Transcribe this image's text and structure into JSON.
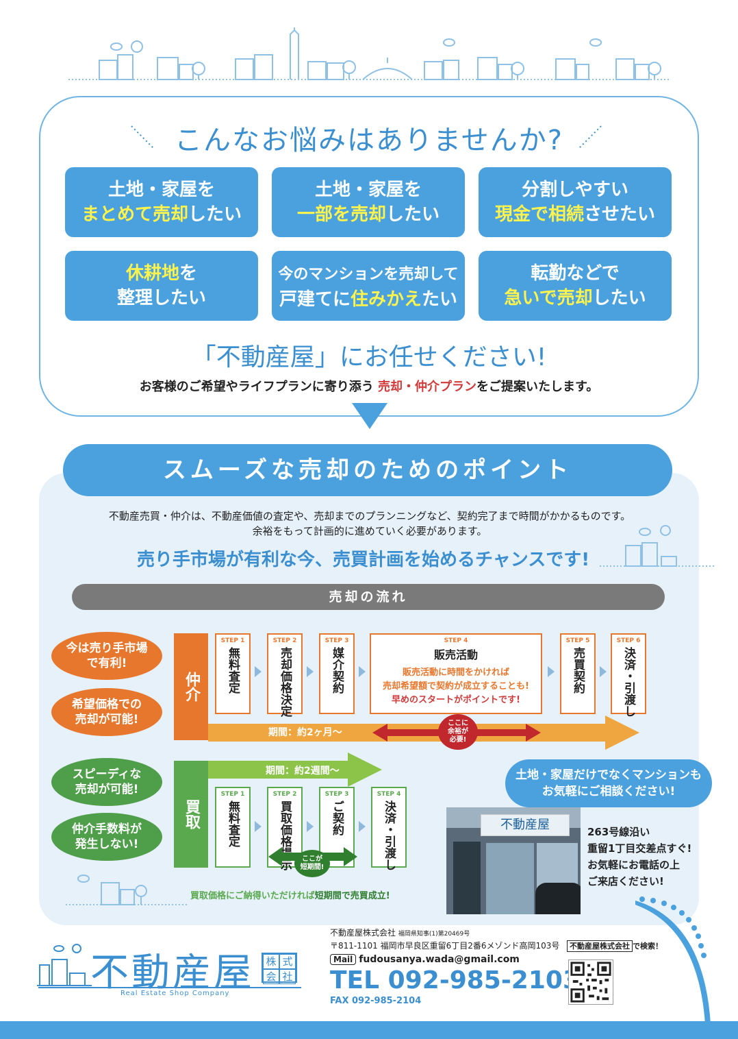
{
  "concerns": {
    "title": "こんなお悩みはありませんか?",
    "cards": [
      {
        "l1": "土地・家屋を",
        "l2_hl": "まとめて売却",
        "l2_rest": "したい"
      },
      {
        "l1": "土地・家屋を",
        "l2_hl": "一部を売却",
        "l2_rest": "したい"
      },
      {
        "l1": "分割しやすい",
        "l2_hl": "現金で相続",
        "l2_rest": "させたい"
      },
      {
        "l1_hl": "休耕地",
        "l1_rest": "を",
        "l2": "整理したい"
      },
      {
        "l1": "今のマンションを売却して",
        "l2_pre": "戸建てに",
        "l2_hl": "住みかえ",
        "l2_rest": "たい"
      },
      {
        "l1": "転勤などで",
        "l2_hl": "急いで売却",
        "l2_rest": "したい"
      }
    ],
    "leave": "「不動産屋」にお任せください!",
    "sub_pre": "お客様のご希望やライフプランに寄り添う ",
    "sub_red": "売却・仲介プラン",
    "sub_post": "をご提案いたします。"
  },
  "points": {
    "banner": "スムーズな売却のためのポイント",
    "desc1": "不動産売買・仲介は、不動産価値の査定や、売却までのプランニングなど、契約完了まで時間がかかるものです。",
    "desc2": "余裕をもって計画的に進めていく必要があります。",
    "chance": "売り手市場が有利な今、売買計画を始めるチャンスです!",
    "flow_title": "売却の流れ"
  },
  "chukai": {
    "side": "仲介",
    "bubbles": [
      "今は売り手市場\nで有利!",
      "希望価格での\n売却が可能!"
    ],
    "steps": [
      {
        "label": "STEP 1",
        "text": "無料査定"
      },
      {
        "label": "STEP 2",
        "text": "売却価格決定"
      },
      {
        "label": "STEP 3",
        "text": "媒介契約"
      },
      {
        "label": "STEP 5",
        "text": "売買契約"
      },
      {
        "label": "STEP 6",
        "text": "決済・引渡し"
      }
    ],
    "sale": {
      "label": "STEP 4",
      "title": "販売活動",
      "r1": "販売活動に時間をかければ",
      "r2": "売却希望額で契約が成立することも!",
      "r3": "早めのスタートがポイントです!"
    },
    "period": "期間：約2ヶ月〜",
    "badge": "ここに\n余裕が\n必要!"
  },
  "kaitori": {
    "side": "買取",
    "bubbles": [
      "スピーディな\n売却が可能!",
      "仲介手数料が\n発生しない!"
    ],
    "steps": [
      {
        "label": "STEP 1",
        "text": "無料査定"
      },
      {
        "label": "STEP 2",
        "text": "買取価格提示"
      },
      {
        "label": "STEP 3",
        "text": "ご契約"
      },
      {
        "label": "STEP 4",
        "text": "決済・引渡し"
      }
    ],
    "period": "期間：約2週間〜",
    "badge": "ここが\n短期間!",
    "note_pre": "買取価格にご納得いただければ",
    "note_hl": "短期間で売買成立!"
  },
  "shop": {
    "ask1": "土地・家屋だけでなくマンションも",
    "ask2": "お気軽にご相談ください!",
    "sign": "不動産屋",
    "info": [
      "263号線沿い",
      "重留1丁目交差点すぐ!",
      "お気軽にお電話の上",
      "ご来店ください!"
    ]
  },
  "footer": {
    "logo": "不動産屋",
    "logo_sub": "Real Estate Shop Company",
    "kaisha": [
      "株",
      "式",
      "会",
      "社"
    ],
    "company": "不動産屋株式会社",
    "license": "福岡県知事(1)第20469号",
    "address": "〒811-1101 福岡市早良区重留6丁目2番6メゾンド高岡103号",
    "mail_tag": "Mail",
    "mail": "fudousanya.wada@gmail.com",
    "tel": "TEL 092-985-2103",
    "fax": "FAX 092-985-2104",
    "search_box": "不動産屋株式会社",
    "search_rest": "で検索！"
  },
  "colors": {
    "blue": "#4aa1de",
    "orange": "#e8772e",
    "green": "#5ba94f",
    "yellow": "#fff34d"
  }
}
